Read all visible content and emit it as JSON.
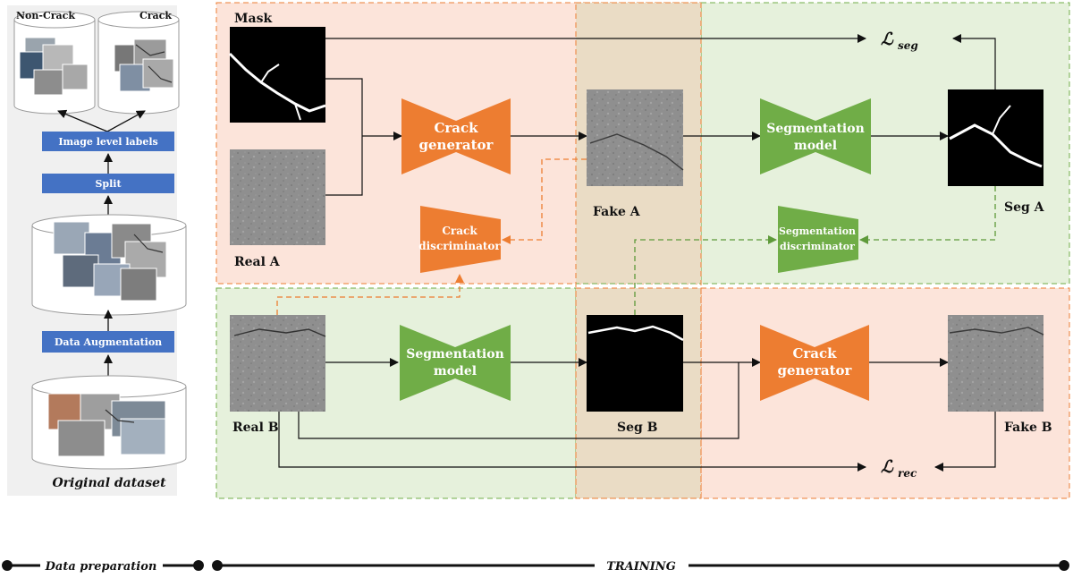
{
  "prep": {
    "non_crack": "Non-Crack",
    "crack": "Crack",
    "image_level_labels": "Image level labels",
    "split": "Split",
    "data_augmentation": "Data Augmentation",
    "original_dataset": "Original dataset"
  },
  "images": {
    "mask": "Mask",
    "real_a": "Real A",
    "fake_a": "Fake A",
    "seg_a": "Seg A",
    "real_b": "Real B",
    "seg_b": "Seg B",
    "fake_b": "Fake B"
  },
  "blocks": {
    "crack_generator_top": [
      "Crack",
      "generator"
    ],
    "crack_generator_bottom": [
      "Crack",
      "generator"
    ],
    "crack_discriminator": [
      "Crack",
      "discriminator"
    ],
    "segmentation_model_top": [
      "Segmentation",
      "model"
    ],
    "segmentation_model_bottom": [
      "Segmentation",
      "model"
    ],
    "segmentation_discriminator": [
      "Segmentation",
      "discriminator"
    ]
  },
  "losses": {
    "seg_symbol": "ℒ",
    "seg_sub": "seg",
    "rec_symbol": "ℒ",
    "rec_sub": "rec"
  },
  "timeline": {
    "data_preparation": "Data preparation",
    "training": "TRAINING"
  },
  "colors": {
    "orange": "#ED7D31",
    "green": "#70AD47",
    "blue": "#4472C4",
    "orange_bg": "#FCE4DA",
    "green_bg": "#E6F1DC",
    "overlap_bg": "#EADCC5",
    "prep_bg": "#F0F0F0"
  }
}
